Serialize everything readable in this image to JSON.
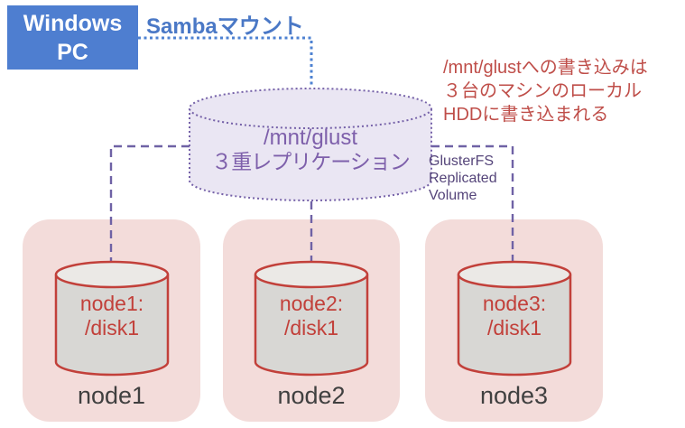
{
  "client": {
    "line1": "Windows",
    "line2": "PC"
  },
  "samba": {
    "label": "Sambaマウント"
  },
  "volume": {
    "line1": "/mnt/glust",
    "line2": "３重レプリケーション"
  },
  "annotation": {
    "line1": "/mnt/glustへの書き込みは",
    "line2": "３台のマシンのローカル",
    "line3": "HDDに書き込まれる"
  },
  "gluster_label": {
    "line1": "GlusterFS",
    "line2": "Replicated",
    "line3": "Volume"
  },
  "nodes": [
    {
      "name": "node1",
      "disk_line1": "node1:",
      "disk_line2": "/disk1"
    },
    {
      "name": "node2",
      "disk_line1": "node2:",
      "disk_line2": "/disk1"
    },
    {
      "name": "node3",
      "disk_line1": "node3:",
      "disk_line2": "/disk1"
    }
  ],
  "colors": {
    "background": "#ffffff",
    "accent-blue": "#4e7ed0",
    "line-blue": "#4e82d2",
    "samba-text": "#4a78c6",
    "purple-line": "#6f62a5",
    "volume-fill": "#eae6f3",
    "volume-border": "#7561a8",
    "volume-text": "#7e60ab",
    "gluster-text": "#55457a",
    "red-text": "#bf4e49",
    "disk-stroke": "#c2403a",
    "disk-text": "#c2403a",
    "disk-fill": "#d8d7d4",
    "disk-top-fill": "#ebe9e6",
    "node-fill": "#f3dcda",
    "node-label": "#404040"
  }
}
